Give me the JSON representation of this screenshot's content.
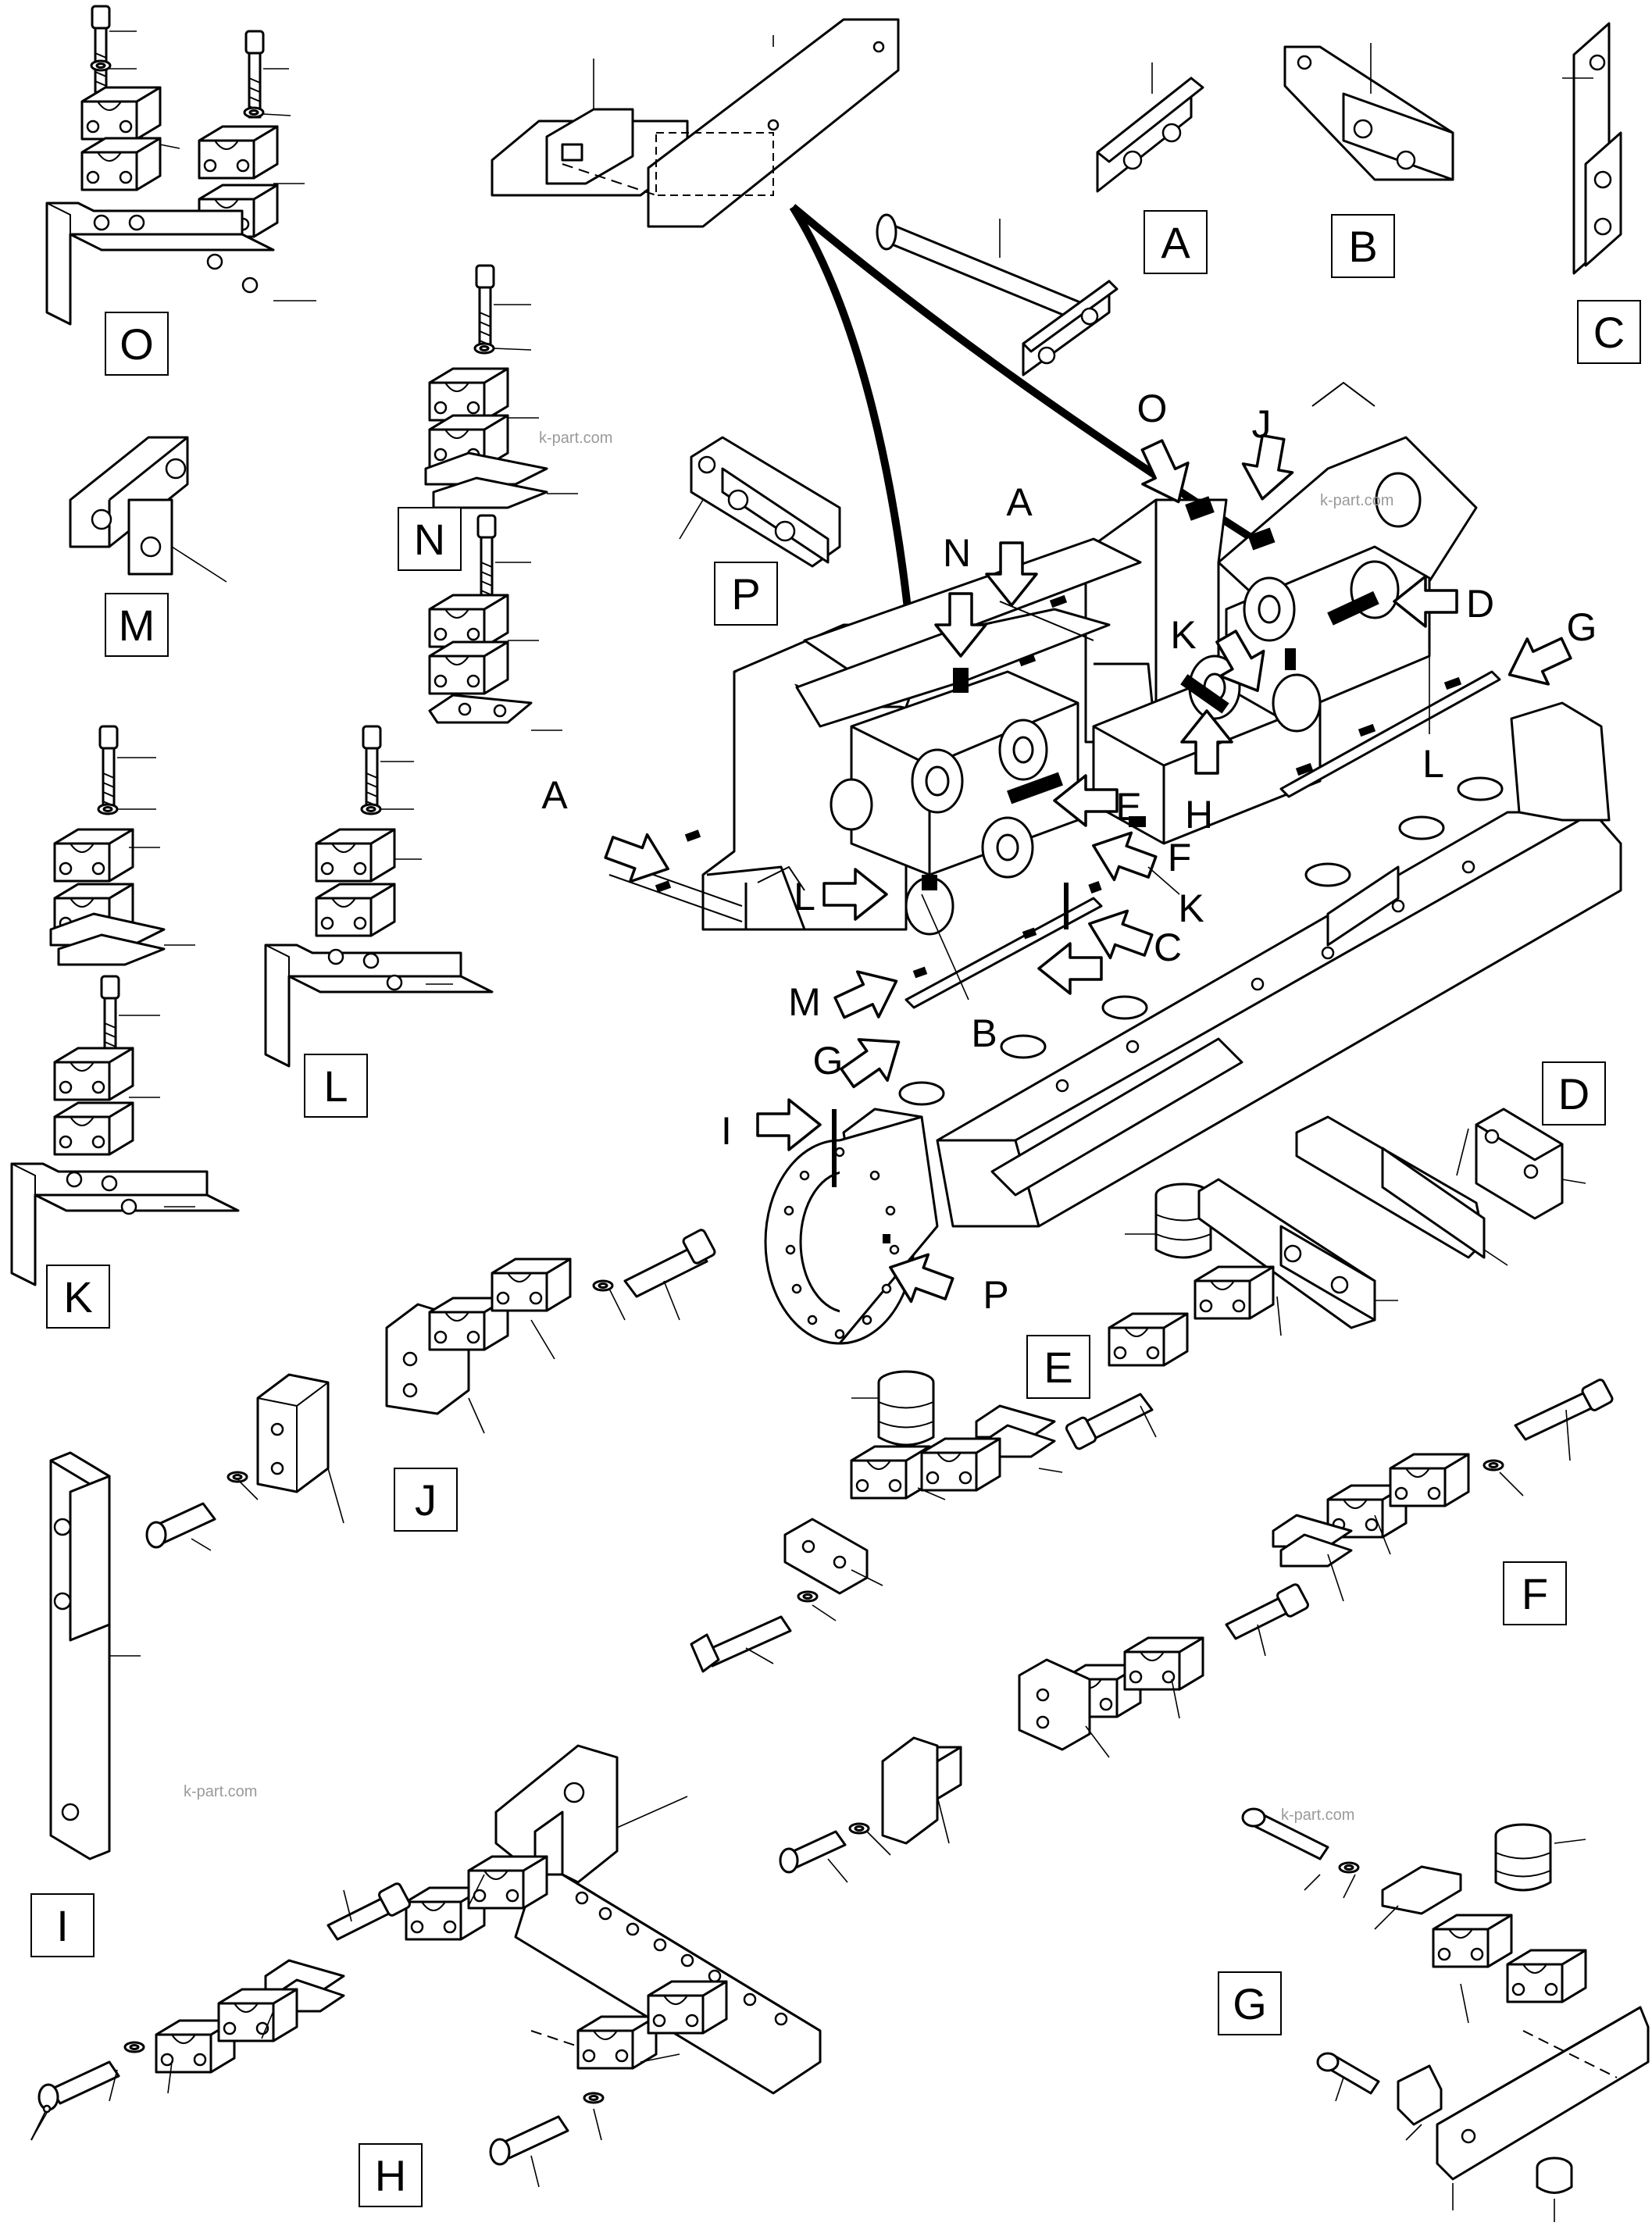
{
  "detail_labels": {
    "O": "O",
    "N": "N",
    "M": "M",
    "K": "K",
    "L": "L",
    "P": "P",
    "A": "A",
    "B": "B",
    "C": "C",
    "D": "D",
    "E": "E",
    "F": "F",
    "J": "J",
    "I": "I",
    "H": "H",
    "G": "G"
  },
  "callouts": {
    "O": "O",
    "J": "J",
    "A_upper": "A",
    "N": "N",
    "D": "D",
    "G_upper": "G",
    "K_upper": "K",
    "L_right": "L",
    "H": "H",
    "A_left": "A",
    "E": "E",
    "F": "F",
    "L_left": "L",
    "K_lower": "K",
    "C": "C",
    "M": "M",
    "B": "B",
    "G_lower": "G",
    "I": "I",
    "P": "P"
  },
  "watermarks": [
    "k-part.com",
    "k-part.com",
    "k-part.com",
    "k-part.com"
  ]
}
